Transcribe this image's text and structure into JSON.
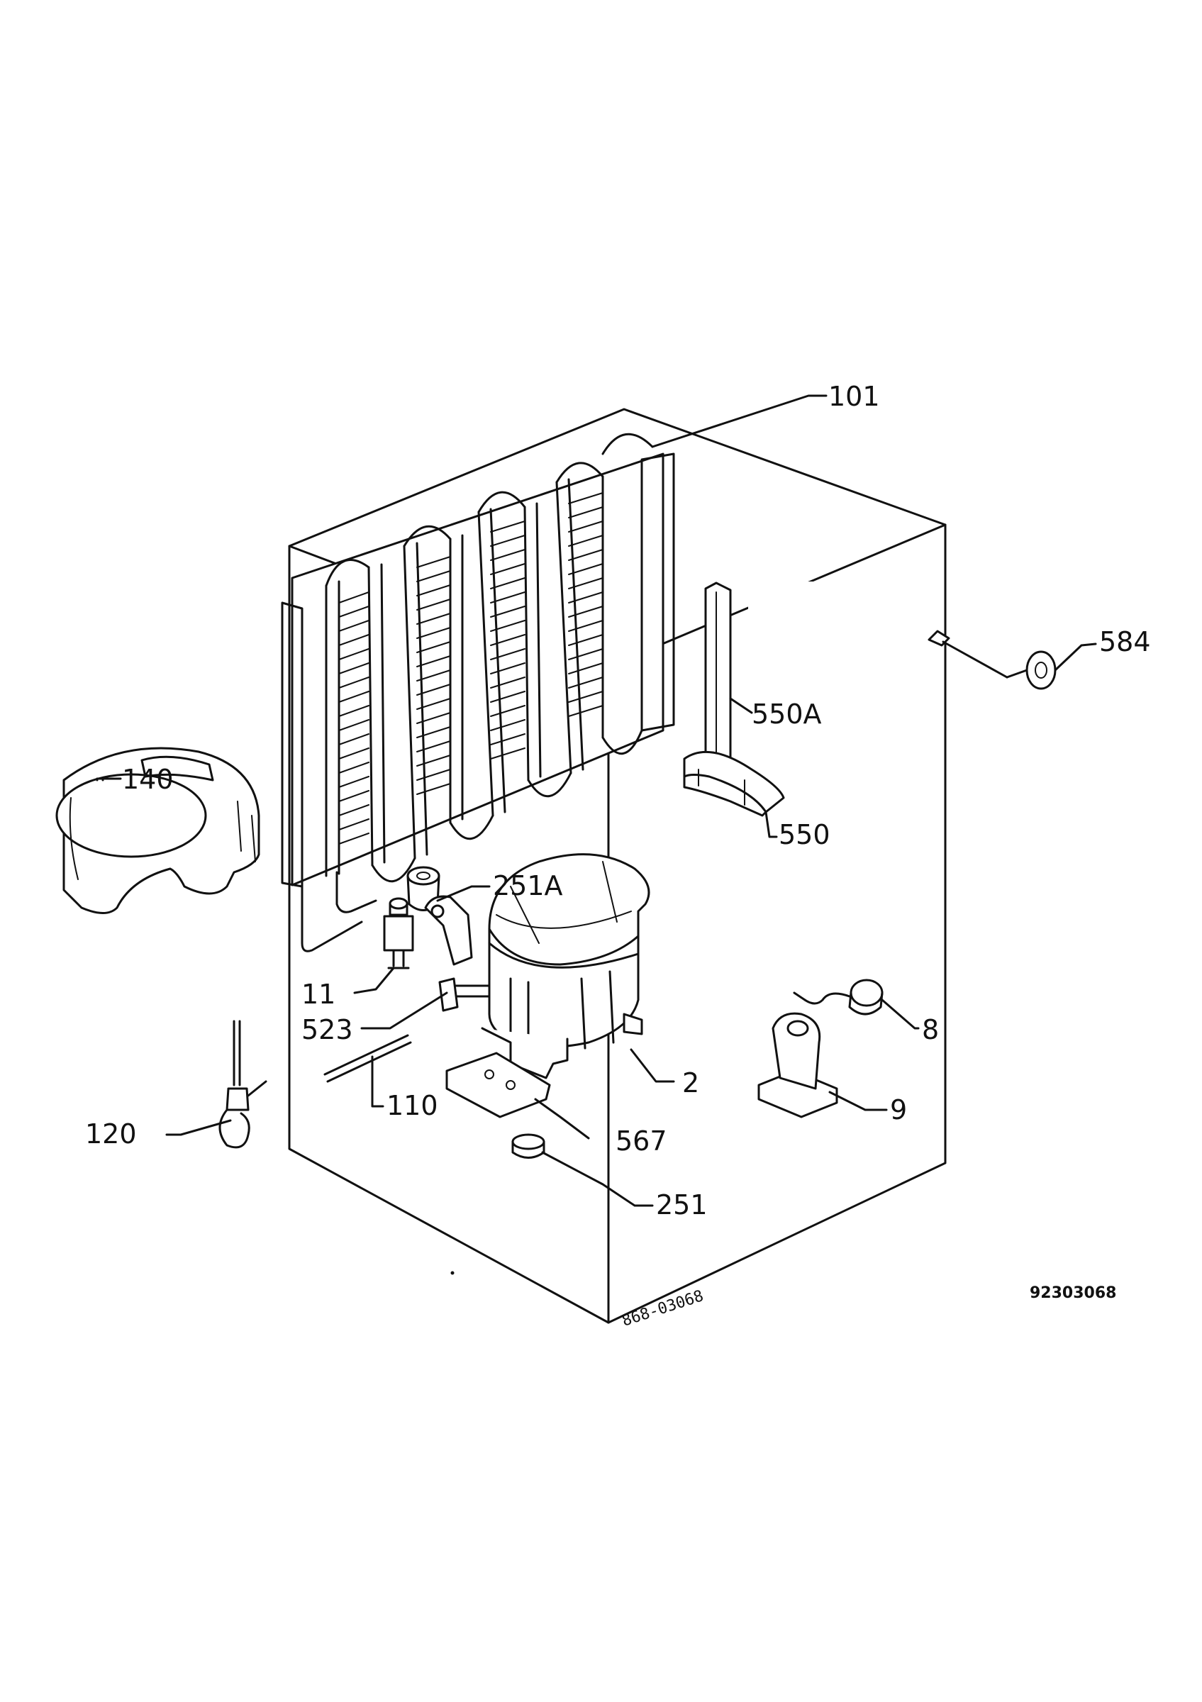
{
  "drawing_code": "92303068",
  "handwritten_ref": "868-03068",
  "parts": {
    "p101": "101",
    "p584": "584",
    "p550A": "550A",
    "p140": "140",
    "p550": "550",
    "p251A": "251A",
    "p11": "11",
    "p523": "523",
    "p8": "8",
    "p2": "2",
    "p9": "9",
    "p110": "110",
    "p120": "120",
    "p567": "567",
    "p251": "251"
  }
}
